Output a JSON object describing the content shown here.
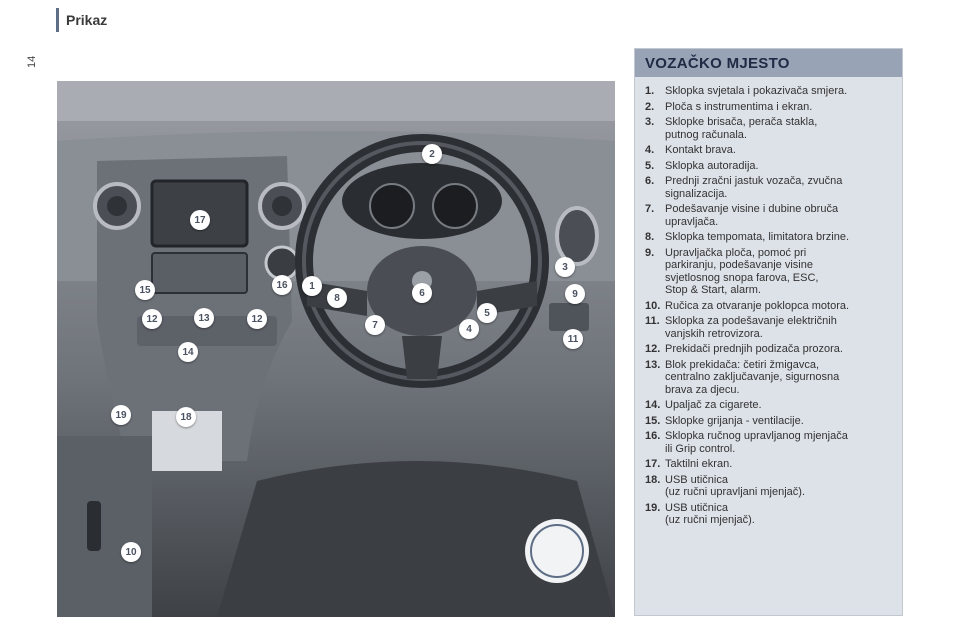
{
  "header": {
    "title": "Prikaz",
    "page_number": "14"
  },
  "legend": {
    "title": "VOZAČKO MJESTO",
    "items": [
      {
        "num": "1.",
        "text": "Sklopka svjetala i pokazivača smjera."
      },
      {
        "num": "2.",
        "text": "Ploča s instrumentima i ekran."
      },
      {
        "num": "3.",
        "text": "Sklopke brisača, perača stakla,\nputnog računala."
      },
      {
        "num": "4.",
        "text": "Kontakt brava."
      },
      {
        "num": "5.",
        "text": "Sklopka autoradija."
      },
      {
        "num": "6.",
        "text": "Prednji zračni jastuk vozača, zvučna\nsignalizacija."
      },
      {
        "num": "7.",
        "text": "Podešavanje visine i dubine obruča\nupravljača."
      },
      {
        "num": "8.",
        "text": "Sklopka tempomata, limitatora brzine."
      },
      {
        "num": "9.",
        "text": "Upravljačka ploča, pomoć pri\nparkiranju, podešavanje visine\nsvjetlosnog snopa farova, ESC,\nStop & Start, alarm."
      },
      {
        "num": "10.",
        "text": "Ručica za otvaranje poklopca motora."
      },
      {
        "num": "11.",
        "text": "Sklopka za podešavanje električnih\nvanjskih retrovizora."
      },
      {
        "num": "12.",
        "text": "Prekidači prednjih podizača prozora."
      },
      {
        "num": "13.",
        "text": "Blok prekidača: četiri žmigavca,\ncentralno zaključavanje, sigurnosna\nbrava za djecu."
      },
      {
        "num": "14.",
        "text": "Upaljač za cigarete."
      },
      {
        "num": "15.",
        "text": "Sklopke grijanja - ventilacije."
      },
      {
        "num": "16.",
        "text": "Sklopka ručnog upravljanog mjenjača\nili Grip control."
      },
      {
        "num": "17.",
        "text": "Taktilni ekran."
      },
      {
        "num": "18.",
        "text": "USB utičnica\n(uz ručni upravljani mjenjač)."
      },
      {
        "num": "19.",
        "text": "USB utičnica\n(uz ručni mjenjač)."
      }
    ]
  },
  "illustration": {
    "callouts": [
      "1",
      "2",
      "3",
      "4",
      "5",
      "6",
      "7",
      "8",
      "9",
      "10",
      "11",
      "12",
      "12",
      "13",
      "14",
      "15",
      "16",
      "17",
      "18",
      "19"
    ]
  },
  "colors": {
    "accent": "#5e6e86",
    "legend_bg": "#dde1e8",
    "legend_header": "#98a3b6"
  }
}
